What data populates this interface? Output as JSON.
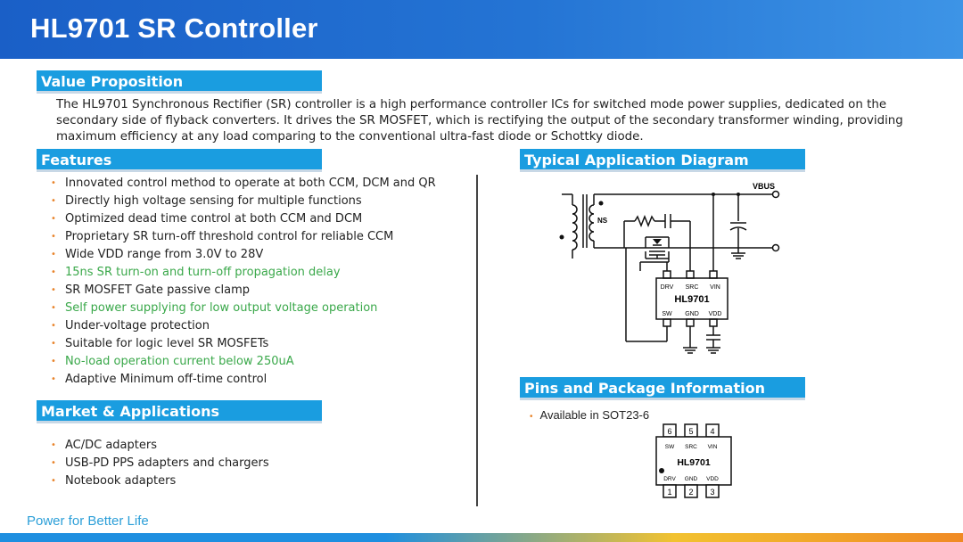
{
  "title": "HL9701 SR Controller",
  "sections": {
    "value_proposition": "Value Proposition",
    "features": "Features",
    "market": "Market & Applications",
    "diagram": "Typical Application Diagram",
    "pins": "Pins and Package Information"
  },
  "intro": "The HL9701 Synchronous Rectifier (SR) controller is a high performance controller ICs for switched mode power supplies, dedicated on the secondary side of flyback converters. It drives the SR MOSFET, which is rectifying the output of the secondary transformer winding, providing maximum efficiency at any load comparing to the conventional ultra-fast diode or Schottky diode.",
  "features": [
    "Innovated control method to operate at both CCM, DCM and QR",
    "Directly high voltage sensing for multiple functions",
    "Optimized dead time control at both CCM and DCM",
    "Proprietary SR turn-off threshold control for reliable CCM",
    "Wide VDD range from 3.0V to 28V",
    "15ns SR turn-on and turn-off propagation delay",
    "SR MOSFET Gate passive clamp",
    "Self power supplying for low output voltage operation",
    "Under-voltage protection",
    "Suitable for logic level SR MOSFETs",
    "No-load operation current below 250uA",
    "Adaptive Minimum off-time control"
  ],
  "features_highlight_color": "#3aa84a",
  "applications": [
    "AC/DC adapters",
    "USB-PD PPS adapters and chargers",
    "Notebook adapters"
  ],
  "diagram": {
    "vbus": "VBUS",
    "ns": "NS",
    "chip": "HL9701",
    "pins_top": [
      "DRV",
      "SRC",
      "VIN"
    ],
    "pins_bottom": [
      "SW",
      "GND",
      "VDD"
    ]
  },
  "package": {
    "item": "Available in SOT23-6",
    "chip": "HL9701",
    "top_numbers": [
      "6",
      "5",
      "4"
    ],
    "top_labels": [
      "SW",
      "SRC",
      "VIN"
    ],
    "bottom_labels": [
      "DRV",
      "GND",
      "VDD"
    ],
    "bottom_numbers": [
      "1",
      "2",
      "3"
    ]
  },
  "footer": "Power for Better Life",
  "colors": {
    "title_bar": "#1a5fc7",
    "section_header": "#1a9de0",
    "bullet": "#e8832a",
    "footer_text": "#2c9fd8"
  }
}
